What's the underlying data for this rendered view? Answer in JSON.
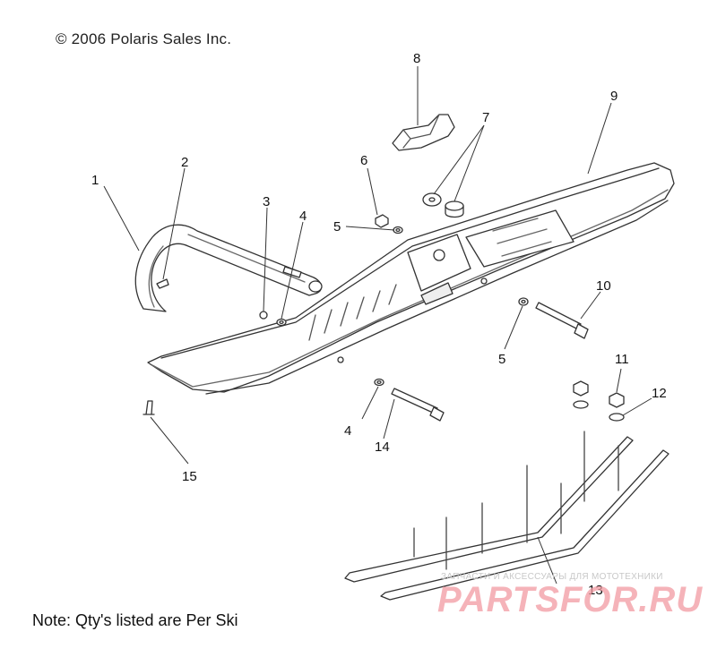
{
  "copyright": "© 2006 Polaris Sales Inc.",
  "note": "Note: Qty's listed are Per Ski",
  "watermark": {
    "small": "ЗАПЧАСТИ И АКСЕССУАРЫ ДЛЯ МОТОТЕХНИКИ",
    "big": "PARTSFOR.RU"
  },
  "callouts": {
    "c1": "1",
    "c2": "2",
    "c3": "3",
    "c4a": "4",
    "c4b": "4",
    "c5a": "5",
    "c5b": "5",
    "c6": "6",
    "c7": "7",
    "c8": "8",
    "c9": "9",
    "c10": "10",
    "c11": "11",
    "c12": "12",
    "c13": "13",
    "c14": "14",
    "c15": "15"
  },
  "colors": {
    "line": "#333333",
    "fill": "#ffffff",
    "shade": "#dcdcdc"
  }
}
